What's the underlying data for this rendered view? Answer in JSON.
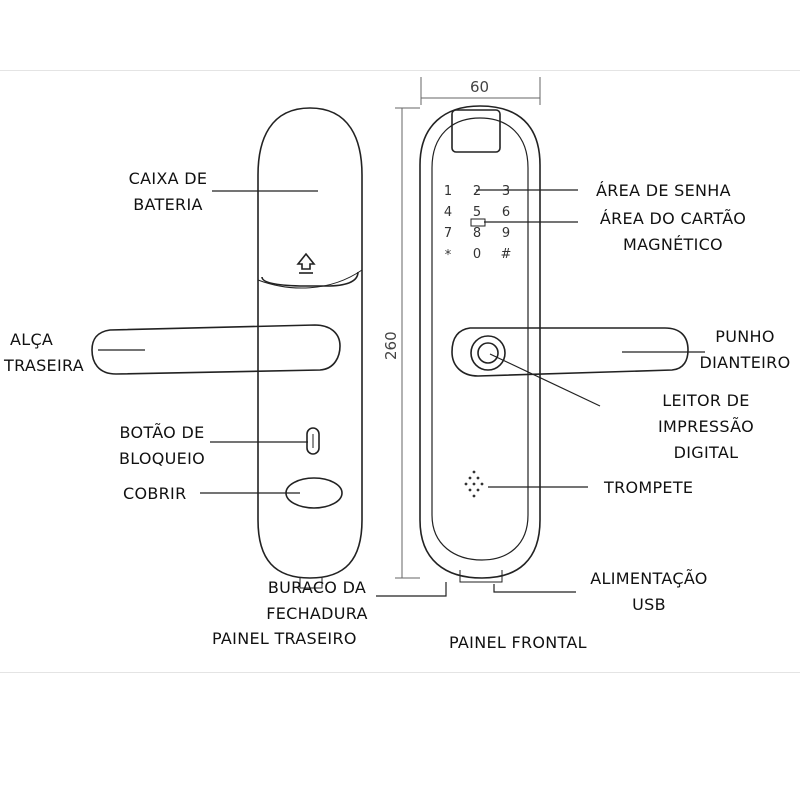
{
  "dimensions": {
    "width": "60",
    "height": "260"
  },
  "keypad": [
    "1",
    "2",
    "3",
    "4",
    "5",
    "6",
    "7",
    "8",
    "9",
    "*",
    "0",
    "#"
  ],
  "labels": {
    "battery_box": [
      "CAIXA DE",
      "BATERIA"
    ],
    "rear_handle": [
      "ALÇA",
      "TRASEIRA"
    ],
    "lock_button": [
      "BOTÃO DE",
      "BLOQUEIO"
    ],
    "cover": [
      "COBRIR"
    ],
    "lock_hole": [
      "BURACO DA",
      "FECHADURA"
    ],
    "rear_panel": [
      "PAINEL TRASEIRO"
    ],
    "password_area": [
      "ÁREA DE SENHA"
    ],
    "card_area": [
      "ÁREA DO CARTÃO",
      "MAGNÉTICO"
    ],
    "front_handle": [
      "PUNHO",
      "DIANTEIRO"
    ],
    "fingerprint_reader": [
      "LEITOR DE",
      "IMPRESSÃO",
      "DIGITAL"
    ],
    "speaker": [
      "TROMPETE"
    ],
    "usb_power": [
      "ALIMENTAÇÃO",
      "USB"
    ],
    "front_panel": [
      "PAINEL FRONTAL"
    ]
  },
  "colors": {
    "line": "#222222",
    "dim_line": "#555555",
    "text": "#111111"
  }
}
